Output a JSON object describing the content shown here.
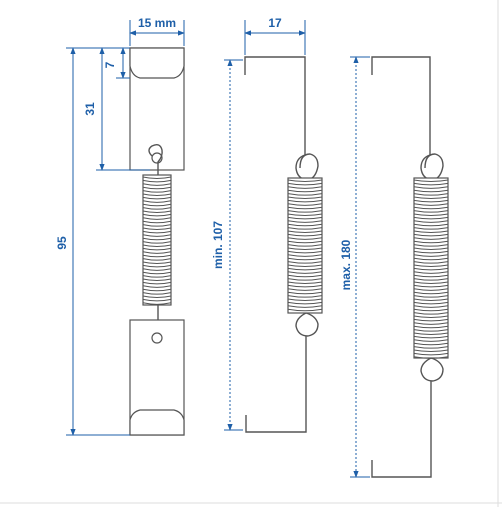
{
  "labels": {
    "width_top": "15 mm",
    "height_small": "7",
    "height_block": "31",
    "height_total": "95",
    "width_hook": "17",
    "length_min": "min. 107",
    "length_max": "max. 180"
  },
  "colors": {
    "dimension": "#1e5fa8",
    "outline": "#555555",
    "background": "#ffffff"
  }
}
